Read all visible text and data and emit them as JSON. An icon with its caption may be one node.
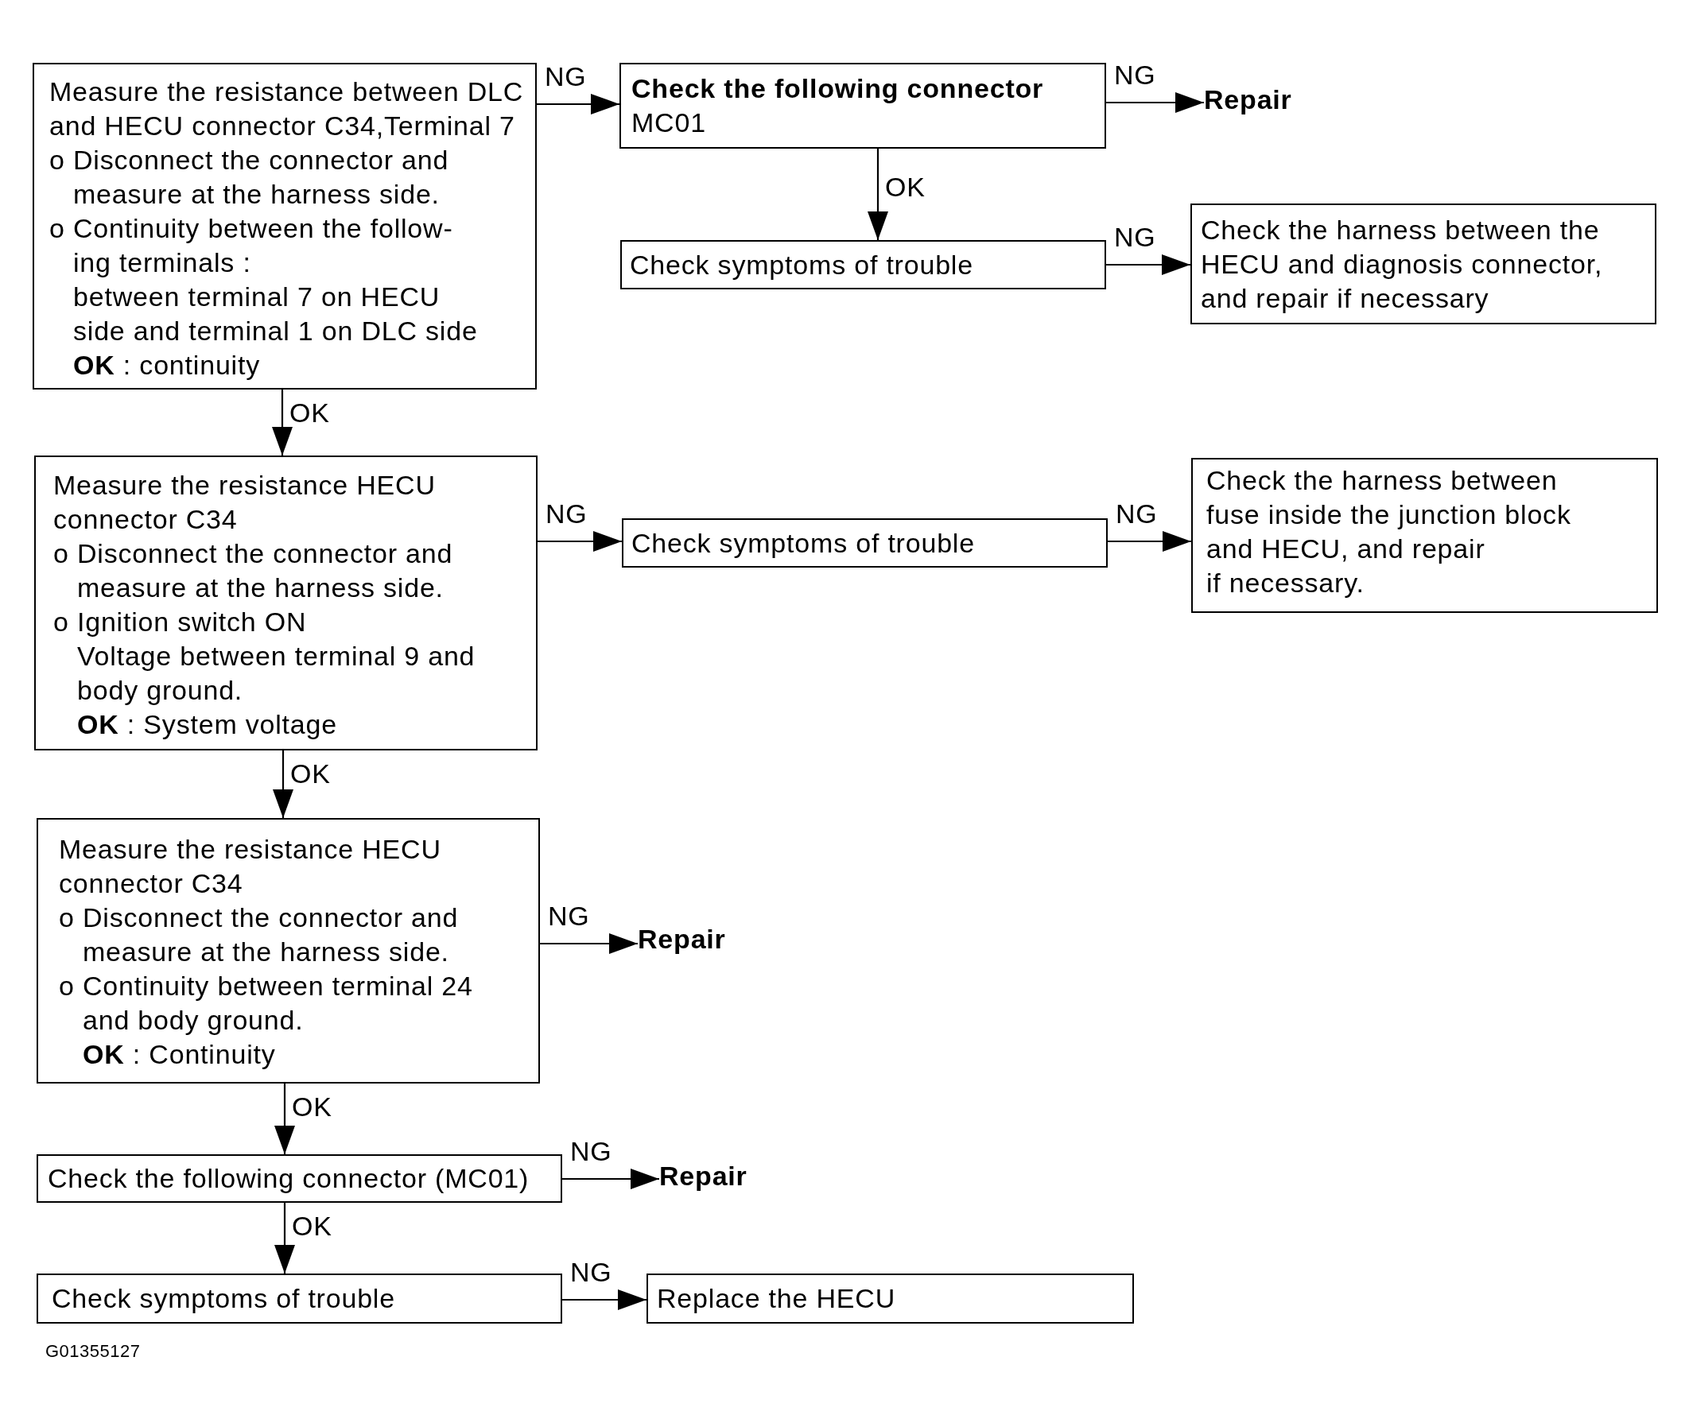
{
  "diagram": {
    "nodes": [
      {
        "text": [
          "Measure the resistance between DLC and HECU connector C34,Terminal 7",
          "o Disconnect the connector and measure at the harness side.",
          "o Continuity between the follow- ing terminals :",
          "between terminal 7 on HECU side and terminal 1 on DLC side",
          "**OK** : continuity"
        ]
      },
      {
        "text": [
          "Check the following connector",
          "MC01"
        ]
      },
      {
        "text": [
          "Repair"
        ]
      },
      {
        "text": [
          "Check symptoms of trouble"
        ]
      },
      {
        "text": [
          "Check the harness between the HECU and diagnosis connector, and repair if necessary"
        ]
      },
      {
        "text": [
          "Measure the resistance HECU connector C34",
          "o Disconnect the connector and measure at the harness side.",
          "o Ignition switch ON",
          "Voltage between terminal 9 and body ground.",
          "**OK** : System voltage"
        ]
      },
      {
        "text": [
          "Check symptoms of trouble"
        ]
      },
      {
        "text": [
          "Check the harness between fuse inside the junction block and HECU, and repair if necessary."
        ]
      },
      {
        "text": [
          "Measure the resistance HECU connector C34",
          "o Disconnect the connector and measure at the harness side.",
          "o Continuity between terminal 24 and body ground.",
          "**OK** : Continuity"
        ]
      },
      {
        "text": [
          "Repair"
        ]
      },
      {
        "text": [
          "Check the following connector (MC01)"
        ]
      },
      {
        "text": [
          "Repair"
        ]
      },
      {
        "text": [
          "Check symptoms of trouble"
        ]
      },
      {
        "text": [
          "Replace the HECU"
        ]
      }
    ],
    "edges": [
      {
        "from": 0,
        "to": 1,
        "arrow": "to",
        "label": "NG"
      },
      {
        "from": 1,
        "to": 2,
        "arrow": "to",
        "label": "NG"
      },
      {
        "from": 1,
        "to": 3,
        "arrow": "to",
        "label": "OK"
      },
      {
        "from": 3,
        "to": 4,
        "arrow": "to",
        "label": "NG"
      },
      {
        "from": 0,
        "to": 5,
        "arrow": "to",
        "label": "OK"
      },
      {
        "from": 5,
        "to": 6,
        "arrow": "to",
        "label": "NG"
      },
      {
        "from": 6,
        "to": 7,
        "arrow": "to",
        "label": "NG"
      },
      {
        "from": 5,
        "to": 8,
        "arrow": "to",
        "label": "OK"
      },
      {
        "from": 8,
        "to": 9,
        "arrow": "to",
        "label": "NG"
      },
      {
        "from": 8,
        "to": 10,
        "arrow": "to",
        "label": "OK"
      },
      {
        "from": 10,
        "to": 11,
        "arrow": "to",
        "label": "NG"
      },
      {
        "from": 10,
        "to": 12,
        "arrow": "to",
        "label": "OK"
      },
      {
        "from": 12,
        "to": 13,
        "arrow": "to",
        "label": "NG"
      }
    ],
    "labels": [
      "G01355127"
    ]
  }
}
